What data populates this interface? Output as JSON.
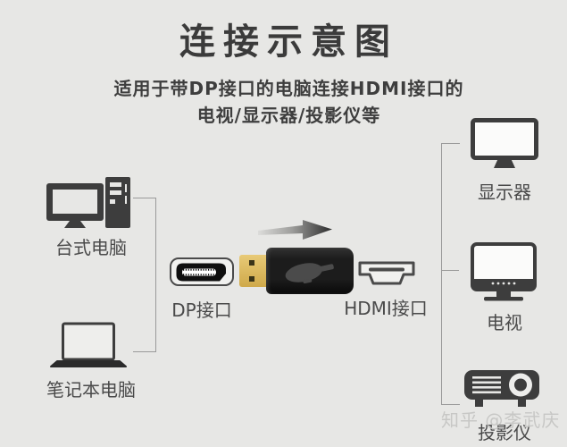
{
  "header": {
    "title": "连接示意图",
    "subtitle_line1": "适用于带DP接口的电脑连接HDMI接口的",
    "subtitle_line2": "电视/显示器/投影仪等"
  },
  "sources": {
    "desktop": {
      "label": "台式电脑",
      "icon": "desktop-computer-icon"
    },
    "laptop": {
      "label": "笔记本电脑",
      "icon": "laptop-icon"
    }
  },
  "adapter": {
    "dp_port_label": "DP接口",
    "hdmi_port_label": "HDMI接口",
    "adapter_icon": "dp-to-hdmi-adapter-icon",
    "arrow_icon": "right-arrow-icon"
  },
  "outputs": {
    "monitor": {
      "label": "显示器",
      "icon": "monitor-icon"
    },
    "tv": {
      "label": "电视",
      "icon": "tv-icon"
    },
    "projector": {
      "label": "投影仪",
      "icon": "projector-icon"
    }
  },
  "watermark": {
    "text": "知乎 @李武庆"
  },
  "colors": {
    "background": "#e7e7e5",
    "icon_dark": "#3d3d3d",
    "title_text": "#3b3b3b",
    "label_text": "#4a4a4a",
    "bracket_line": "#9a9a9a",
    "adapter_gold": "#d7b75f",
    "adapter_body": "#1c1c1c",
    "watermark_gray": "#c6c6c4"
  }
}
